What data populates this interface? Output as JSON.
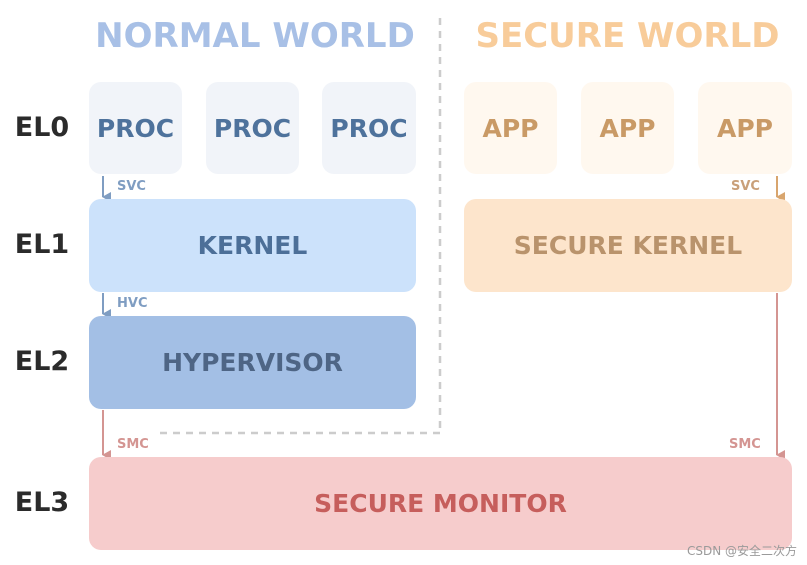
{
  "titles": {
    "normal": "NORMAL WORLD",
    "secure": "SECURE WORLD"
  },
  "levels": [
    "EL0",
    "EL1",
    "EL2",
    "EL3"
  ],
  "normal_procs": [
    "PROC",
    "PROC",
    "PROC"
  ],
  "secure_apps": [
    "APP",
    "APP",
    "APP"
  ],
  "kernel": "KERNEL",
  "secure_kernel": "SECURE KERNEL",
  "hypervisor": "HYPERVISOR",
  "secure_monitor": "SECURE MONITOR",
  "calls": {
    "svc_normal": "SVC",
    "svc_secure": "SVC",
    "hvc": "HVC",
    "smc_normal": "SMC",
    "smc_secure": "SMC"
  },
  "watermark": "CSDN @安全二次方",
  "colors": {
    "normal_title": "#a8c0e6",
    "secure_title": "#f8cc9a",
    "normal_arrow": "#7f9dc2",
    "smc_arrow": "#d49592",
    "divider": "#cccccc"
  }
}
